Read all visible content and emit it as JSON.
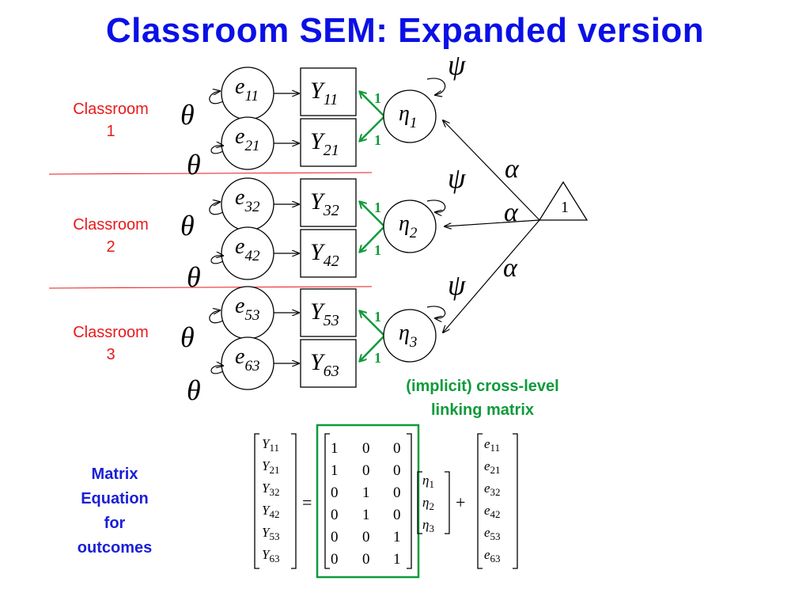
{
  "title": "Classroom SEM: Expanded version",
  "classrooms": [
    {
      "word": "Classroom",
      "number": "1"
    },
    {
      "word": "Classroom",
      "number": "2"
    },
    {
      "word": "Classroom",
      "number": "3"
    }
  ],
  "errors": [
    {
      "letter": "e",
      "sub": "11"
    },
    {
      "letter": "e",
      "sub": "21"
    },
    {
      "letter": "e",
      "sub": "32"
    },
    {
      "letter": "e",
      "sub": "42"
    },
    {
      "letter": "e",
      "sub": "53"
    },
    {
      "letter": "e",
      "sub": "63"
    }
  ],
  "observed": [
    {
      "letter": "Y",
      "sub": "11"
    },
    {
      "letter": "Y",
      "sub": "21"
    },
    {
      "letter": "Y",
      "sub": "32"
    },
    {
      "letter": "Y",
      "sub": "42"
    },
    {
      "letter": "Y",
      "sub": "53"
    },
    {
      "letter": "Y",
      "sub": "63"
    }
  ],
  "latents": [
    {
      "letter": "η",
      "sub": "1"
    },
    {
      "letter": "η",
      "sub": "2"
    },
    {
      "letter": "η",
      "sub": "3"
    }
  ],
  "symbols": {
    "theta": "θ",
    "psi": "ψ",
    "alpha": "α",
    "loading": "1",
    "constant": "1"
  },
  "cross_level_label": [
    "(implicit) cross-level",
    "linking matrix"
  ],
  "matrix_label": [
    "Matrix",
    "Equation",
    "for",
    "outcomes"
  ],
  "equation": {
    "lhs": [
      [
        "Y",
        "11"
      ],
      [
        "Y",
        "21"
      ],
      [
        "Y",
        "32"
      ],
      [
        "Y",
        "42"
      ],
      [
        "Y",
        "53"
      ],
      [
        "Y",
        "63"
      ]
    ],
    "equals": "=",
    "matrix": [
      [
        "1",
        "0",
        "0"
      ],
      [
        "1",
        "0",
        "0"
      ],
      [
        "0",
        "1",
        "0"
      ],
      [
        "0",
        "1",
        "0"
      ],
      [
        "0",
        "0",
        "1"
      ],
      [
        "0",
        "0",
        "1"
      ]
    ],
    "eta": [
      [
        "η",
        "1"
      ],
      [
        "η",
        "2"
      ],
      [
        "η",
        "3"
      ]
    ],
    "plus": "+",
    "errors": [
      [
        "e",
        "11"
      ],
      [
        "e",
        "21"
      ],
      [
        "e",
        "32"
      ],
      [
        "e",
        "42"
      ],
      [
        "e",
        "53"
      ],
      [
        "e",
        "63"
      ]
    ]
  },
  "colors": {
    "title": "#0a10e6",
    "classroom_label": "#e8191c",
    "loading": "#0d9b3a",
    "matrix_label": "#1a1fd6",
    "linking_box": "#0d9b3a"
  }
}
